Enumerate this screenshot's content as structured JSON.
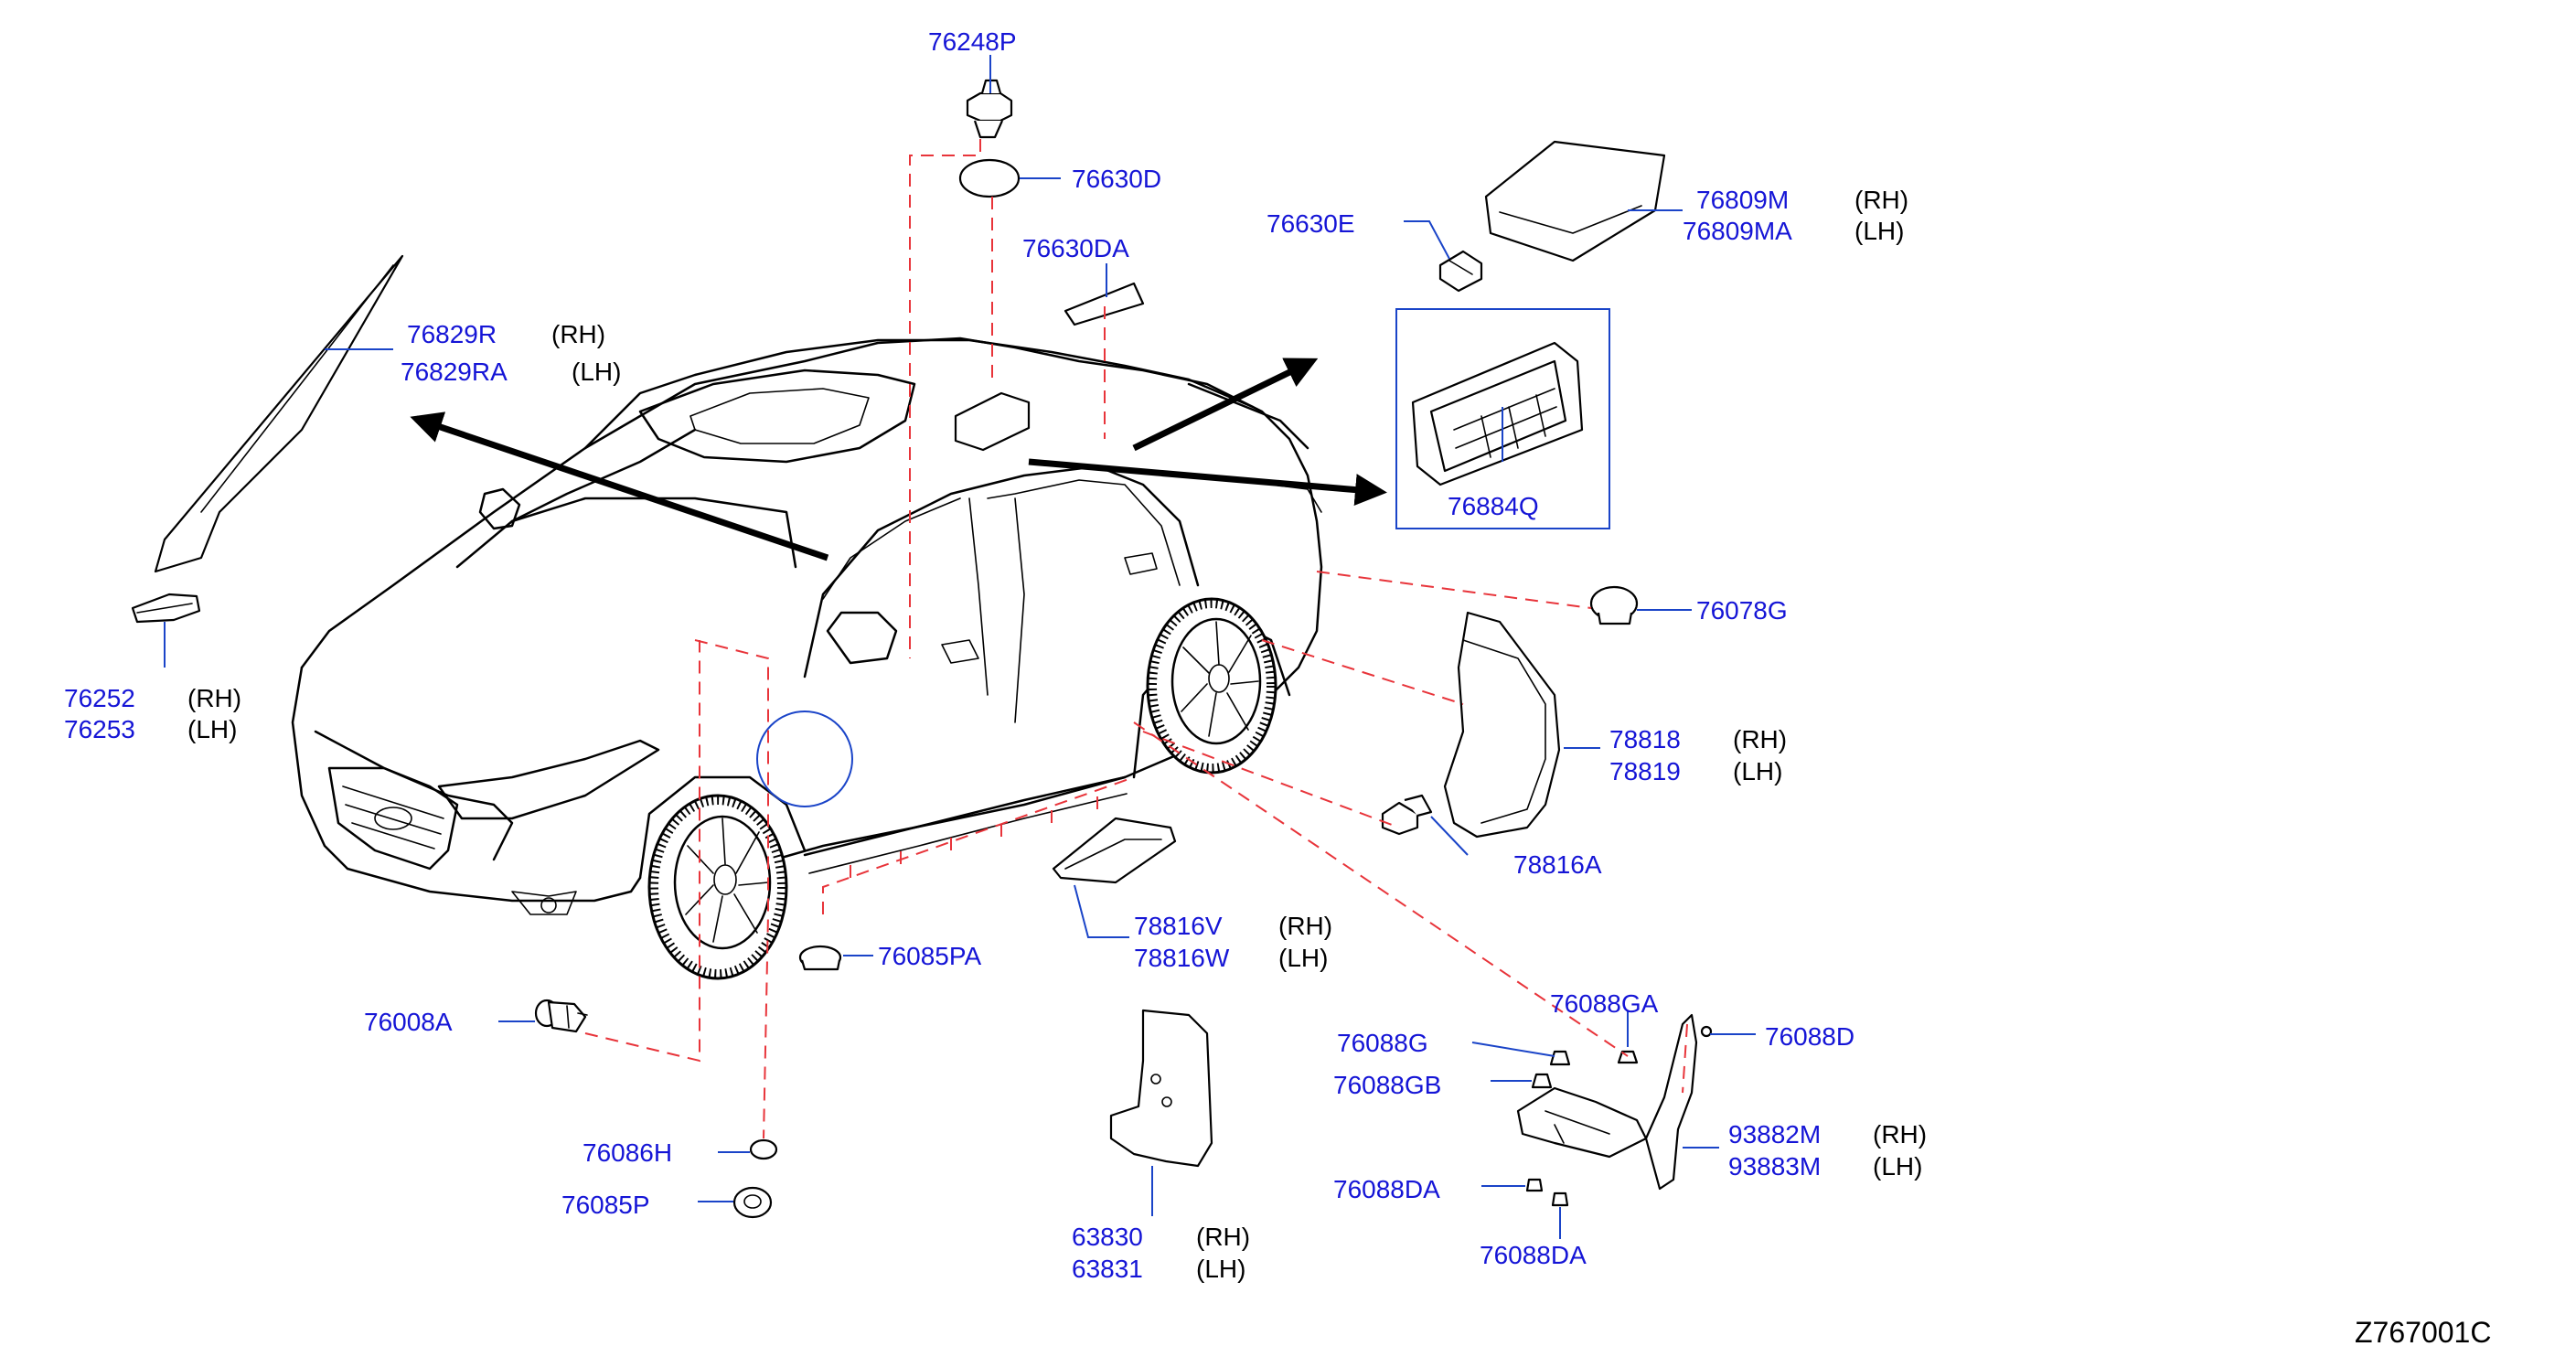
{
  "diagram_id": "Z767001C",
  "colors": {
    "part_number": "#1515d6",
    "leader": "#1a44c8",
    "dashed_link": "#e8343a",
    "line_art": "#000000"
  },
  "parts": [
    {
      "id": "p76248P",
      "number": "76248P",
      "side": ""
    },
    {
      "id": "p76630D",
      "number": "76630D",
      "side": ""
    },
    {
      "id": "p76630DA",
      "number": "76630DA",
      "side": ""
    },
    {
      "id": "p76630E",
      "number": "76630E",
      "side": ""
    },
    {
      "id": "p76809M",
      "number": "76809M",
      "side": "(RH)"
    },
    {
      "id": "p76809MA",
      "number": "76809MA",
      "side": "(LH)"
    },
    {
      "id": "p76829R",
      "number": "76829R",
      "side": "(RH)"
    },
    {
      "id": "p76829RA",
      "number": "76829RA",
      "side": "(LH)"
    },
    {
      "id": "p76884Q",
      "number": "76884Q",
      "side": ""
    },
    {
      "id": "p76252",
      "number": "76252",
      "side": "(RH)"
    },
    {
      "id": "p76253",
      "number": "76253",
      "side": "(LH)"
    },
    {
      "id": "p76078G",
      "number": "76078G",
      "side": ""
    },
    {
      "id": "p78818",
      "number": "78818",
      "side": "(RH)"
    },
    {
      "id": "p78819",
      "number": "78819",
      "side": "(LH)"
    },
    {
      "id": "p78816A",
      "number": "78816A",
      "side": ""
    },
    {
      "id": "p78816V",
      "number": "78816V",
      "side": "(RH)"
    },
    {
      "id": "p78816W",
      "number": "78816W",
      "side": "(LH)"
    },
    {
      "id": "p76085PA",
      "number": "76085PA",
      "side": ""
    },
    {
      "id": "p76008A",
      "number": "76008A",
      "side": ""
    },
    {
      "id": "p76088GA",
      "number": "76088GA",
      "side": ""
    },
    {
      "id": "p76088G",
      "number": "76088G",
      "side": ""
    },
    {
      "id": "p76088D",
      "number": "76088D",
      "side": ""
    },
    {
      "id": "p76088GB",
      "number": "76088GB",
      "side": ""
    },
    {
      "id": "p93882M",
      "number": "93882M",
      "side": "(RH)"
    },
    {
      "id": "p93883M",
      "number": "93883M",
      "side": "(LH)"
    },
    {
      "id": "p76086H",
      "number": "76086H",
      "side": ""
    },
    {
      "id": "p76088DA_a",
      "number": "76088DA",
      "side": ""
    },
    {
      "id": "p76085P",
      "number": "76085P",
      "side": ""
    },
    {
      "id": "p63830",
      "number": "63830",
      "side": "(RH)"
    },
    {
      "id": "p63831",
      "number": "63831",
      "side": "(LH)"
    },
    {
      "id": "p76088DA_b",
      "number": "76088DA",
      "side": ""
    }
  ]
}
